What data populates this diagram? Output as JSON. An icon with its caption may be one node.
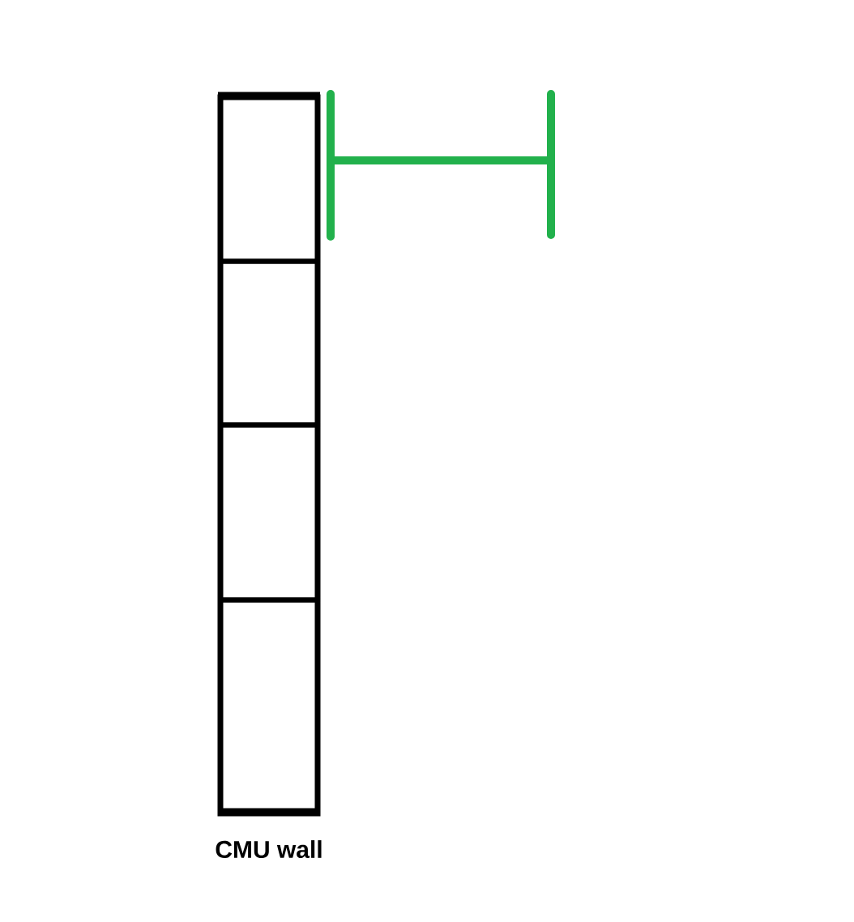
{
  "diagram": {
    "nodes": [
      {
        "text": [
          "CMU wall"
        ]
      },
      {
        "text": [],
        "shape": "box",
        "in": 0
      },
      {
        "text": [],
        "shape": "box",
        "in": 0
      },
      {
        "text": [],
        "shape": "box",
        "in": 0
      },
      {
        "text": [],
        "shape": "box",
        "in": 0
      }
    ]
  }
}
